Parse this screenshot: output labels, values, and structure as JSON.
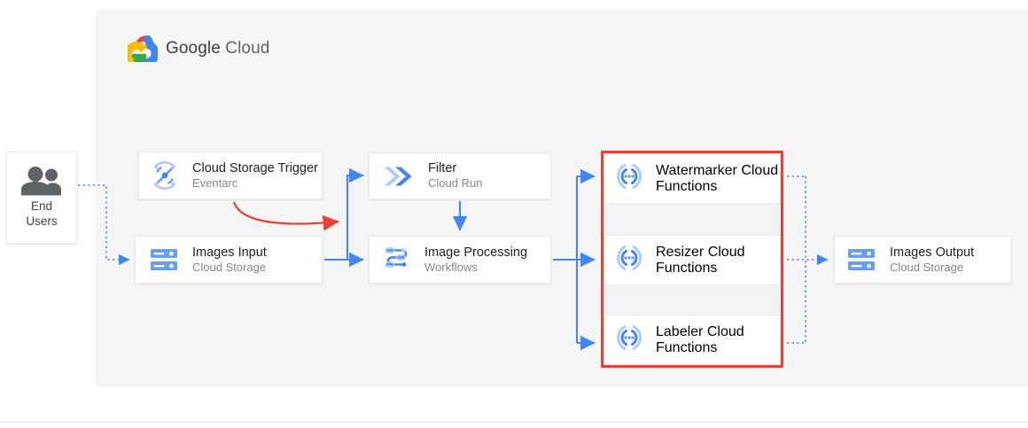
{
  "panel": {
    "brand": {
      "logo_icon": "google-cloud-logo-icon",
      "word_google": "Google",
      "word_cloud": "Cloud"
    },
    "background_color": "#f5f5f5"
  },
  "actors": {
    "end_users": {
      "icon": "users-icon",
      "line1": "End",
      "line2": "Users"
    }
  },
  "nodes": [
    {
      "id": "cloud-storage-trigger",
      "icon": "eventarc-icon",
      "title": "Cloud Storage Trigger",
      "subtitle": "Eventarc"
    },
    {
      "id": "images-input",
      "icon": "cloud-storage-icon",
      "title": "Images Input",
      "subtitle": "Cloud Storage"
    },
    {
      "id": "filter",
      "icon": "cloud-run-icon",
      "title": "Filter",
      "subtitle": "Cloud Run"
    },
    {
      "id": "image-processing",
      "icon": "workflows-icon",
      "title": "Image Processing",
      "subtitle": "Workflows"
    },
    {
      "id": "images-output",
      "icon": "cloud-storage-icon",
      "title": "Images Output",
      "subtitle": "Cloud Storage"
    }
  ],
  "function_group": {
    "highlight_color": "#ea4335",
    "items": [
      {
        "id": "watermarker",
        "icon": "cloud-functions-icon",
        "title": "Watermarker",
        "subtitle": "Cloud Functions"
      },
      {
        "id": "resizer",
        "icon": "cloud-functions-icon",
        "title": "Resizer",
        "subtitle": "Cloud Functions"
      },
      {
        "id": "labeler",
        "icon": "cloud-functions-icon",
        "title": "Labeler",
        "subtitle": "Cloud Functions"
      }
    ]
  },
  "connectors": {
    "solid_color": "#4285f4",
    "dotted_color": "#4285f4",
    "annotation_color": "#ea4335",
    "edges": [
      {
        "from": "end-users",
        "to": "images-input",
        "style": "dotted"
      },
      {
        "from": "images-input",
        "to": "filter",
        "style": "solid"
      },
      {
        "from": "images-input",
        "to": "image-processing",
        "style": "solid"
      },
      {
        "from": "filter",
        "to": "image-processing",
        "style": "solid"
      },
      {
        "from": "cloud-storage-trigger",
        "to": "images-input-link",
        "style": "curved-annotation"
      },
      {
        "from": "image-processing",
        "to": "watermarker",
        "style": "solid"
      },
      {
        "from": "image-processing",
        "to": "resizer",
        "style": "solid"
      },
      {
        "from": "image-processing",
        "to": "labeler",
        "style": "solid"
      },
      {
        "from": "watermarker",
        "to": "images-output",
        "style": "dotted"
      },
      {
        "from": "resizer",
        "to": "images-output",
        "style": "dotted"
      },
      {
        "from": "labeler",
        "to": "images-output",
        "style": "dotted"
      }
    ]
  },
  "colors": {
    "google_blue": "#4285f4",
    "google_red": "#ea4335",
    "google_yellow": "#fbbc04",
    "google_green": "#34a853",
    "icon_blue_light": "#aecbfa",
    "text_primary": "#202124",
    "text_secondary": "#80868b"
  }
}
